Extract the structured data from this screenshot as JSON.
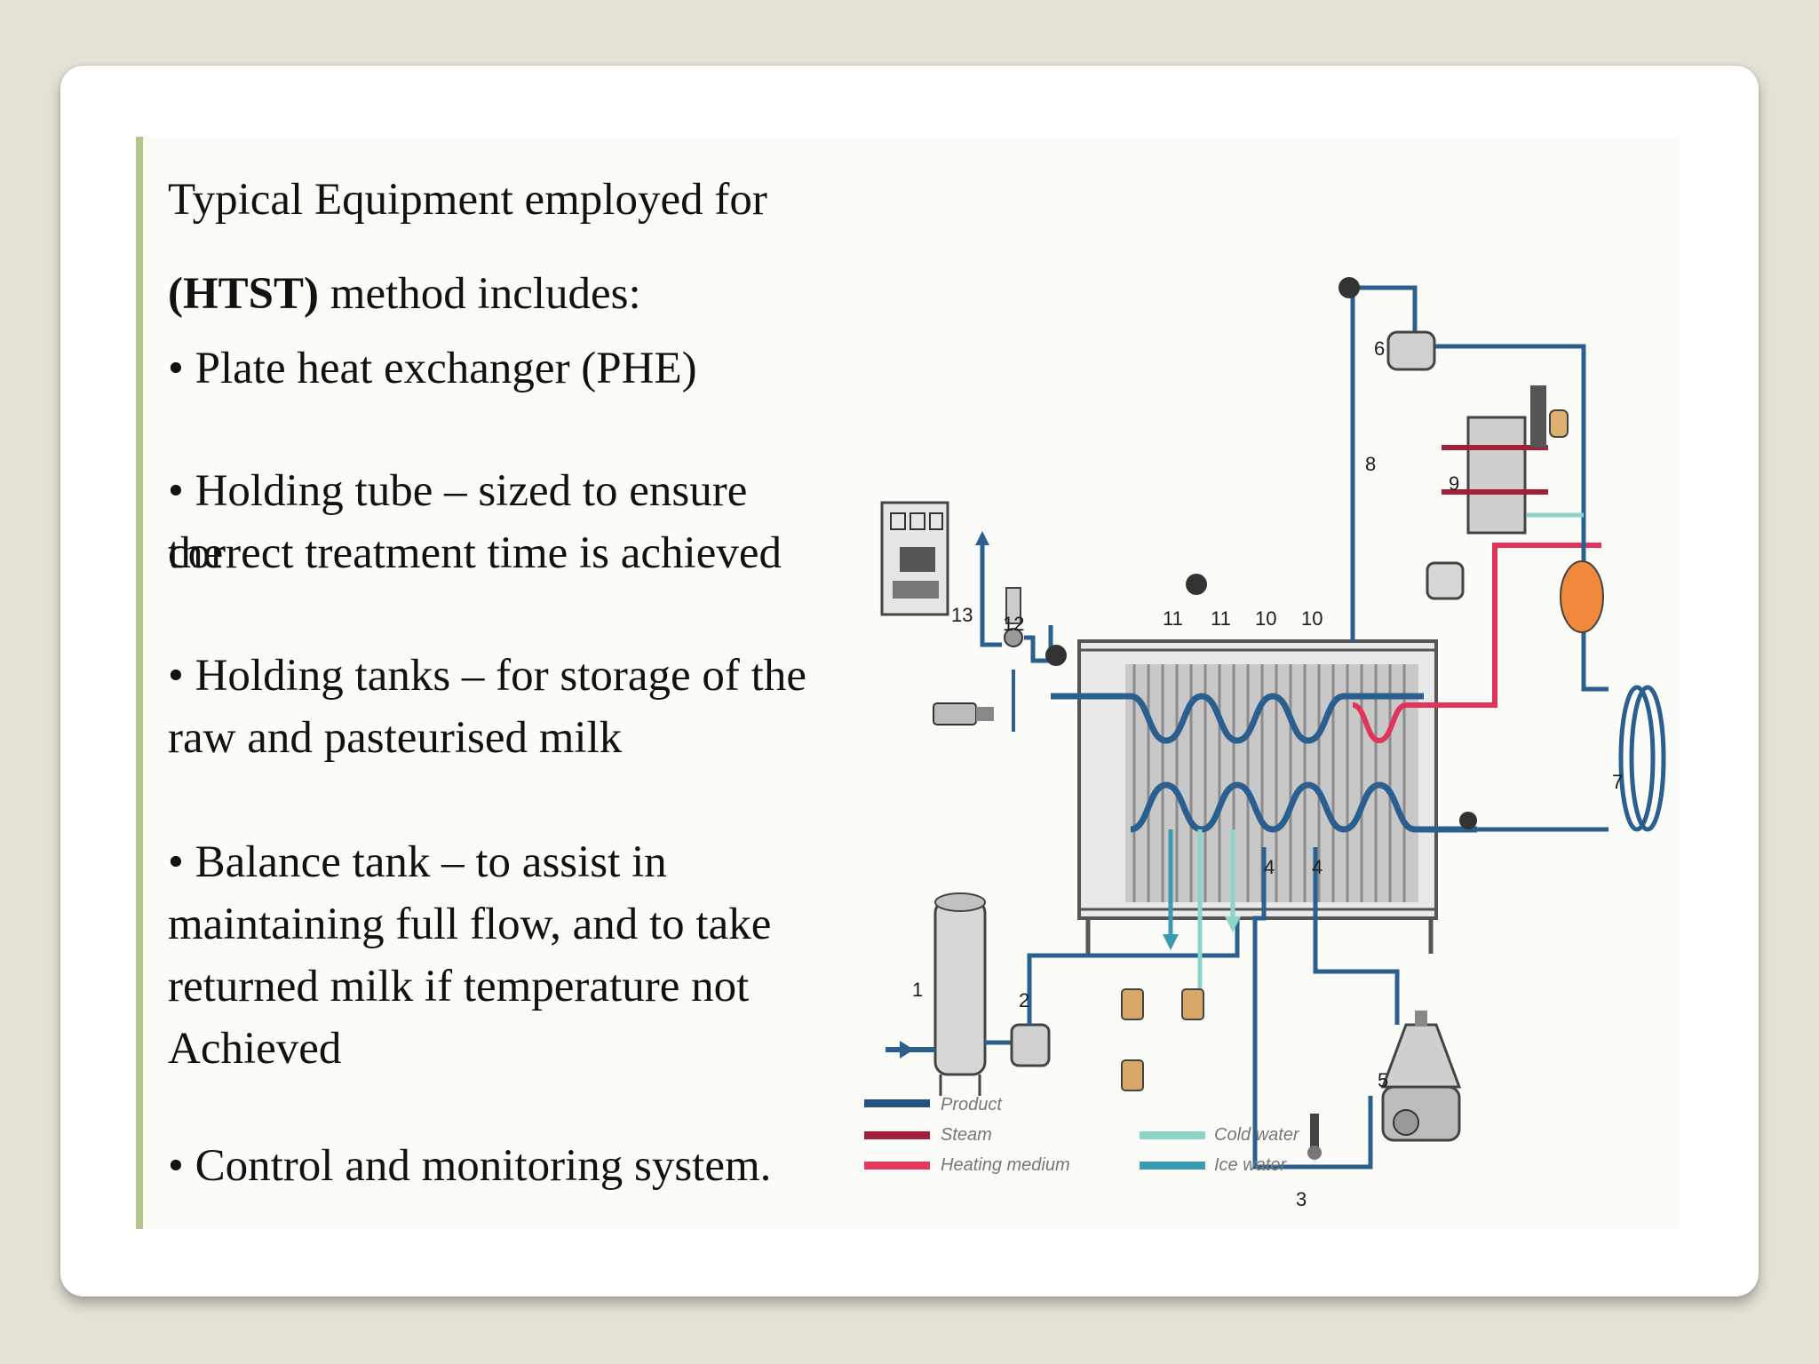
{
  "slide": {
    "heading_line1": "Typical Equipment employed for",
    "heading_line2_bold": "(HTST)",
    "heading_line2_rest": " method includes:",
    "bullets": [
      {
        "text": "• Plate heat exchanger (PHE)"
      },
      {
        "line1": "• Holding tube – sized to ensure the",
        "line2": "correct treatment time is achieved"
      },
      {
        "line1": "• Holding tanks – for storage of the",
        "line2": "raw and pasteurised milk"
      },
      {
        "line1": "• Balance tank – to assist in",
        "line2": "maintaining full flow, and to take",
        "line3": "returned milk if temperature not",
        "line4": "Achieved"
      },
      {
        "text": "• Control and monitoring system."
      }
    ]
  },
  "diagram": {
    "numbers": [
      "1",
      "2",
      "3",
      "4",
      "4",
      "5",
      "6",
      "7",
      "8",
      "9",
      "10",
      "10",
      "11",
      "11",
      "12",
      "13"
    ],
    "legend": [
      {
        "label": "Product",
        "color": "#24527e"
      },
      {
        "label": "Steam",
        "color": "#a3203a"
      },
      {
        "label": "Heating medium",
        "color": "#e8375c"
      },
      {
        "label": "Cold water",
        "color": "#8fd4c8"
      },
      {
        "label": "Ice water",
        "color": "#3a9ab0"
      }
    ],
    "colors": {
      "product": "#2b5f8f",
      "hot": "#e0345a",
      "cold": "#8fd4c8",
      "ice": "#3a9ab0"
    }
  }
}
